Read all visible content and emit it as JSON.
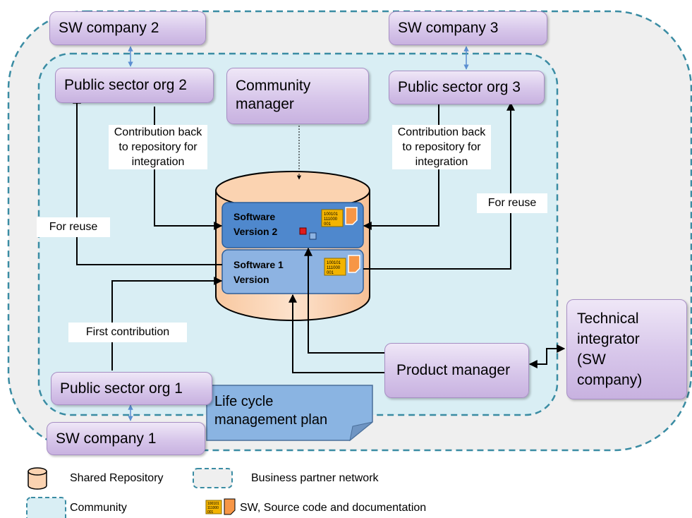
{
  "boxes": {
    "sw_company_2": "SW company 2",
    "sw_company_3": "SW company  3",
    "public_sector_org_2": "Public sector org 2",
    "public_sector_org_3": "Public sector org 3",
    "community_manager": "Community manager",
    "public_sector_org_1": "Public sector org 1",
    "sw_company_1": "SW company 1",
    "product_manager": "Product manager",
    "technical_integrator": "Technical integrator (SW company)"
  },
  "repository": {
    "version_2": "Software Version 2",
    "version_1": "Software 1 Version",
    "code_icon_text": "100101 111000 001"
  },
  "labels": {
    "contribution_left": "Contribution back to repository for integration",
    "contribution_right": "Contribution back to repository for integration",
    "for_reuse_left": "For reuse",
    "for_reuse_right": "For reuse",
    "first_contribution": "First contribution"
  },
  "note": "Life cycle management plan",
  "legend": {
    "shared_repository": "Shared Repository",
    "business_partner_network": "Business partner network",
    "community": "Community",
    "sw_source_docs": "SW, Source code and documentation"
  },
  "colors": {
    "outer_network_fill": "#efefef",
    "outer_network_border": "#4a90a4",
    "community_fill": "#d9eef4",
    "repository_fill": "#fbd5b5",
    "version_2_fill": "#4f88cd",
    "version_1_fill": "#8db3e2",
    "box_purple": "#d7c6ea",
    "note_fill": "#8ab4e2"
  }
}
